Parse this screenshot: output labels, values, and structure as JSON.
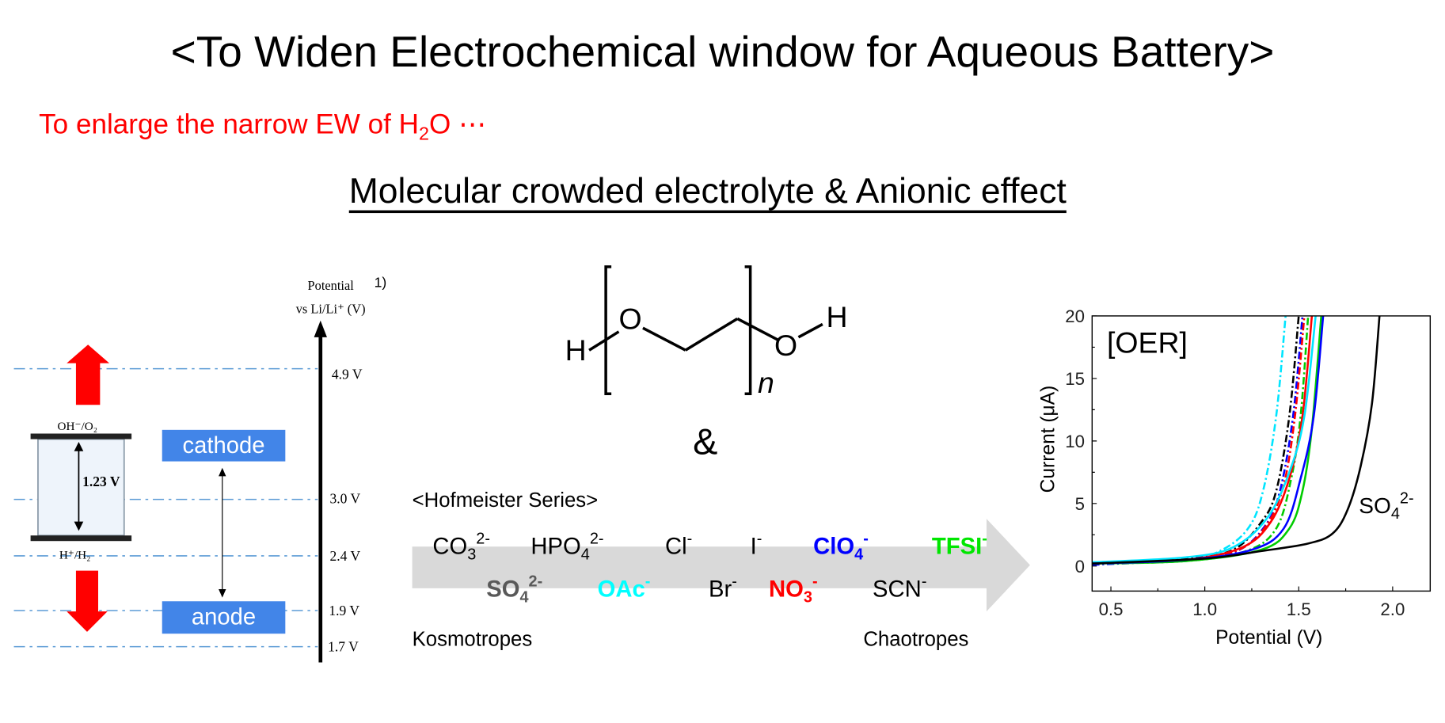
{
  "title": "<To Widen Electrochemical window for Aqueous Battery>",
  "subtitle": {
    "pre": "To enlarge the narrow EW of H",
    "sub": "2",
    "post": "O ⋯"
  },
  "heading": "Molecular crowded electrolyte & Anionic effect",
  "potential_diagram": {
    "axis_label_1": "Potential",
    "axis_label_2": "vs Li/Li⁺ (V)",
    "reference": "1)",
    "levels": [
      "4.9 V",
      "3.0 V",
      "2.4 V",
      "1.9 V",
      "1.7 V"
    ],
    "oxygen_couple": "OH⁻/O₂",
    "hydrogen_couple": "H⁺/H₂",
    "water_window": "1.23 V",
    "cathode": "cathode",
    "anode": "anode"
  },
  "molecule": {
    "h_left": "H",
    "o_left": "O",
    "o_right": "O",
    "h_right": "H",
    "n": "n",
    "ampersand": "&"
  },
  "hofmeister": {
    "title": "<Hofmeister Series>",
    "top_row": [
      {
        "base": "CO",
        "sub": "3",
        "sup": "2-",
        "color": "#000000",
        "bold": false
      },
      {
        "base": "HPO",
        "sub": "4",
        "sup": "2-",
        "color": "#000000",
        "bold": false
      },
      {
        "base": "Cl",
        "sub": "",
        "sup": "-",
        "color": "#000000",
        "bold": false
      },
      {
        "base": "I",
        "sub": "",
        "sup": "-",
        "color": "#000000",
        "bold": false
      },
      {
        "base": "ClO",
        "sub": "4",
        "sup": "-",
        "color": "#0000ff",
        "bold": true
      },
      {
        "base": "TFSI",
        "sub": "",
        "sup": "-",
        "color": "#00e600",
        "bold": true
      }
    ],
    "bottom_row": [
      {
        "base": "SO",
        "sub": "4",
        "sup": "2-",
        "color": "#595959",
        "bold": true
      },
      {
        "base": "OAc",
        "sub": "",
        "sup": "-",
        "color": "#00ffff",
        "bold": true
      },
      {
        "base": "Br",
        "sub": "",
        "sup": "-",
        "color": "#000000",
        "bold": false
      },
      {
        "base": "NO",
        "sub": "3",
        "sup": "-",
        "color": "#ff0000",
        "bold": true
      },
      {
        "base": "SCN",
        "sub": "",
        "sup": "-",
        "color": "#000000",
        "bold": false
      }
    ],
    "left_label": "Kosmotropes",
    "right_label": "Chaotropes"
  },
  "chart_data": {
    "type": "line",
    "title": "[OER]",
    "xlabel": "Potential (V)",
    "ylabel": "Current (μA)",
    "xlim": [
      0.4,
      2.2
    ],
    "ylim": [
      -2,
      20
    ],
    "xticks": [
      "0.5",
      "1.0",
      "1.5",
      "2.0"
    ],
    "yticks": [
      "0",
      "5",
      "10",
      "15",
      "20"
    ],
    "annotation": {
      "base": "SO",
      "sub": "4",
      "sup": "2-"
    },
    "series": [
      {
        "name": "OAc",
        "color": "#00e5ff",
        "style": "dashdot",
        "points": [
          [
            0.4,
            0.3
          ],
          [
            0.9,
            0.6
          ],
          [
            1.08,
            1.2
          ],
          [
            1.23,
            3
          ],
          [
            1.31,
            6
          ],
          [
            1.38,
            12
          ],
          [
            1.43,
            20
          ]
        ]
      },
      {
        "name": "black-dashdot",
        "color": "#000000",
        "style": "dashdot",
        "points": [
          [
            0.4,
            0.2
          ],
          [
            0.9,
            0.6
          ],
          [
            1.15,
            1.3
          ],
          [
            1.3,
            3.5
          ],
          [
            1.38,
            6
          ],
          [
            1.45,
            12
          ],
          [
            1.5,
            20
          ]
        ]
      },
      {
        "name": "blue-dashdot",
        "color": "#0000ff",
        "style": "dashdot",
        "points": [
          [
            0.4,
            0.1
          ],
          [
            0.9,
            0.5
          ],
          [
            1.17,
            1.2
          ],
          [
            1.32,
            3.2
          ],
          [
            1.4,
            6
          ],
          [
            1.47,
            12
          ],
          [
            1.52,
            20
          ]
        ]
      },
      {
        "name": "red-dashdot",
        "color": "#ff0000",
        "style": "dashdot",
        "points": [
          [
            0.4,
            0.2
          ],
          [
            0.9,
            0.5
          ],
          [
            1.18,
            1.3
          ],
          [
            1.33,
            3.3
          ],
          [
            1.42,
            6.5
          ],
          [
            1.48,
            12
          ],
          [
            1.53,
            20
          ]
        ]
      },
      {
        "name": "green-dashdot",
        "color": "#00cc00",
        "style": "dashdot",
        "points": [
          [
            0.4,
            0.2
          ],
          [
            0.9,
            0.4
          ],
          [
            1.22,
            1.2
          ],
          [
            1.38,
            3
          ],
          [
            1.46,
            7
          ],
          [
            1.51,
            12
          ],
          [
            1.55,
            20
          ]
        ]
      },
      {
        "name": "red-solid",
        "color": "#ff0000",
        "style": "solid",
        "points": [
          [
            0.4,
            0.2
          ],
          [
            0.9,
            0.5
          ],
          [
            1.2,
            1.5
          ],
          [
            1.35,
            3.5
          ],
          [
            1.45,
            7
          ],
          [
            1.52,
            12
          ],
          [
            1.57,
            20
          ]
        ]
      },
      {
        "name": "cyan-solid",
        "color": "#00e5ff",
        "style": "solid",
        "points": [
          [
            0.4,
            0.3
          ],
          [
            0.9,
            0.7
          ],
          [
            1.15,
            1.5
          ],
          [
            1.33,
            3.8
          ],
          [
            1.45,
            7.5
          ],
          [
            1.53,
            12
          ],
          [
            1.59,
            20
          ]
        ]
      },
      {
        "name": "green-solid",
        "color": "#00cc00",
        "style": "solid",
        "points": [
          [
            0.4,
            0.2
          ],
          [
            0.9,
            0.4
          ],
          [
            1.3,
            1.3
          ],
          [
            1.45,
            3
          ],
          [
            1.52,
            6
          ],
          [
            1.57,
            11
          ],
          [
            1.62,
            20
          ]
        ]
      },
      {
        "name": "blue-solid",
        "color": "#0000ff",
        "style": "solid",
        "points": [
          [
            0.4,
            0.2
          ],
          [
            0.9,
            0.5
          ],
          [
            1.25,
            1.3
          ],
          [
            1.42,
            3
          ],
          [
            1.51,
            7
          ],
          [
            1.58,
            12
          ],
          [
            1.63,
            20
          ]
        ]
      },
      {
        "name": "SO4",
        "color": "#000000",
        "style": "solid",
        "points": [
          [
            0.4,
            0.2
          ],
          [
            1.0,
            0.6
          ],
          [
            1.3,
            1.2
          ],
          [
            1.55,
            1.8
          ],
          [
            1.68,
            2.6
          ],
          [
            1.76,
            4.5
          ],
          [
            1.83,
            8
          ],
          [
            1.89,
            13
          ],
          [
            1.93,
            20
          ]
        ]
      }
    ]
  }
}
